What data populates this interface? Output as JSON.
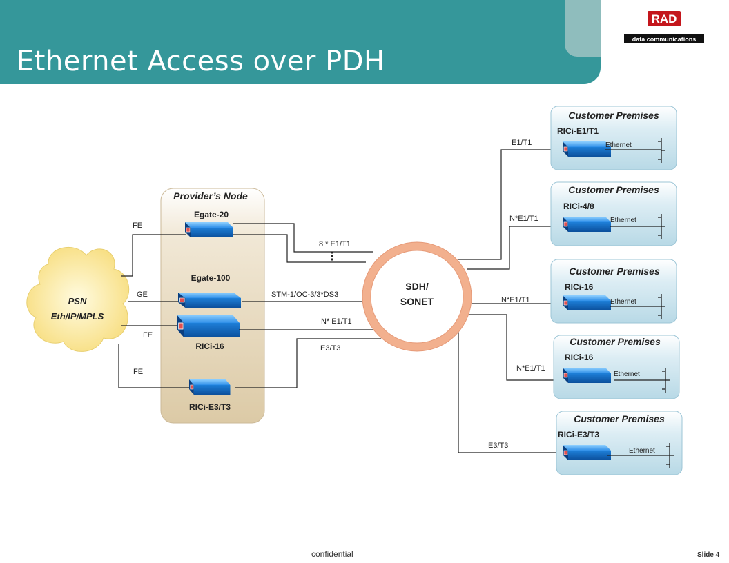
{
  "slide": {
    "title": "Ethernet Access over PDH",
    "footer": "confidential",
    "slide_number": "Slide 4"
  },
  "logo": {
    "brand": "RAD",
    "tagline": "data communications"
  },
  "psn_cloud": {
    "line1": "PSN",
    "line2": "Eth/IP/MPLS"
  },
  "provider_node": {
    "title": "Provider’s Node",
    "devices": [
      "Egate-20",
      "Egate-100",
      "RICi-16",
      "RICi-E3/T3"
    ]
  },
  "left_links": [
    "FE",
    "GE",
    "FE",
    "FE"
  ],
  "trunk_links": {
    "egate20": "8 * E1/T1",
    "egate100": "STM-1/OC-3/3*DS3",
    "rici16": "N* E1/T1",
    "rici_e3": "E3/T3"
  },
  "sdh_ring": {
    "line1": "SDH/",
    "line2": "SONET"
  },
  "customer_links": [
    "E1/T1",
    "N*E1/T1",
    "N*E1/T1",
    "N*E1/T1",
    "E3/T3"
  ],
  "customer_premises": [
    {
      "title": "Customer Premises",
      "device": "RICi-E1/T1",
      "port": "Ethernet"
    },
    {
      "title": "Customer Premises",
      "device": "RICi-4/8",
      "port": "Ethernet"
    },
    {
      "title": "Customer Premises",
      "device": "RICi-16",
      "port": "Ethernet"
    },
    {
      "title": "Customer Premises",
      "device": "RICi-16",
      "port": "Ethernet"
    },
    {
      "title": "Customer Premises",
      "device": "RICi-E3/T3",
      "port": "Ethernet"
    }
  ],
  "colors": {
    "banner": "#35979a",
    "premises_box": "#cfe6ef",
    "provider_box": "#e8dcc2",
    "device_blue": "#1e7fd8",
    "ring": "#f2b08e",
    "cloud": "#fff2a8"
  }
}
